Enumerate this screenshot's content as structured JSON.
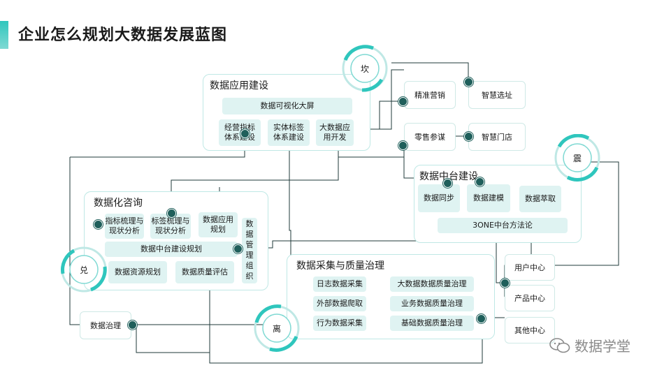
{
  "title": "企业怎么规划大数据发展蓝图",
  "colors": {
    "accent": "#2fc6bd",
    "box_fill": "#dff3f2",
    "wire": "#1f3a3a",
    "dot": "#1f5f5b"
  },
  "rings": {
    "kan": "坎",
    "zhen": "震",
    "dui": "兑",
    "li": "离"
  },
  "app": {
    "title": "数据应用建设",
    "screen": "数据可视化大屏",
    "items": [
      "经营指标\n体系建设",
      "实体标签\n体系建设",
      "大数据应\n用开发"
    ]
  },
  "outputs": {
    "marketing": "精准营销",
    "site": "智慧选址",
    "retail": "零售参谋",
    "store": "智慧门店"
  },
  "platform": {
    "title": "数据中台建设",
    "items": [
      "数据同步",
      "数据建模",
      "数据萃取"
    ],
    "method": "3ONE中台方法论"
  },
  "consult": {
    "title": "数据化咨询",
    "items": [
      "指标梳理与\n现状分析",
      "标签梳理与\n现状分析",
      "数据应用\n规划"
    ],
    "plan": "数据中台建设规划",
    "bottom": [
      "数据资源规划",
      "数据质量评估"
    ],
    "org": [
      "数",
      "据",
      "管",
      "理",
      "组",
      "织"
    ]
  },
  "governance": "数据治理",
  "collect": {
    "title": "数据采集与质量治理",
    "left": [
      "日志数据采集",
      "外部数据爬取",
      "行为数据采集"
    ],
    "right": [
      "大数据数据质量治理",
      "业务数据质量治理",
      "基础数据质量治理"
    ]
  },
  "centers": [
    "用户中心",
    "产品中心",
    "其他中心"
  ],
  "brand": "数据学堂"
}
